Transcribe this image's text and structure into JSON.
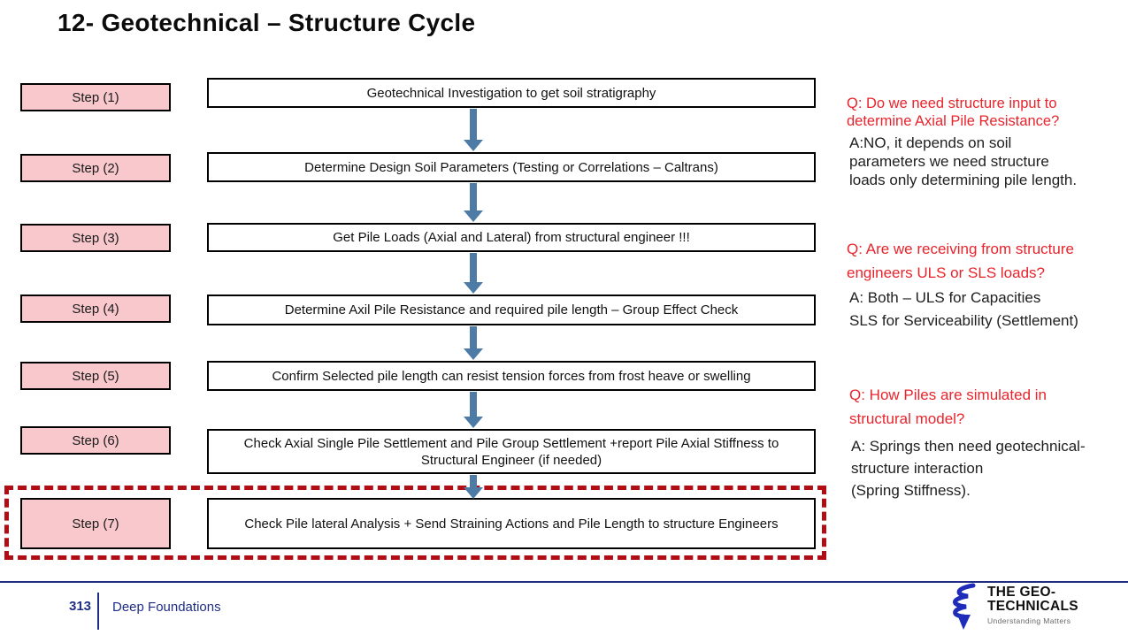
{
  "slide": {
    "title": "12- Geotechnical – Structure Cycle"
  },
  "flow": {
    "steps": [
      {
        "label": "Step (1)",
        "process": "Geotechnical Investigation to get soil stratigraphy"
      },
      {
        "label": "Step (2)",
        "process": "Determine Design Soil Parameters (Testing or Correlations – Caltrans)"
      },
      {
        "label": "Step (3)",
        "process": "Get Pile Loads (Axial and Lateral) from structural engineer !!!"
      },
      {
        "label": "Step (4)",
        "process": "Determine Axil Pile Resistance and required pile length – Group Effect Check"
      },
      {
        "label": "Step (5)",
        "process": "Confirm Selected pile length can resist tension forces from frost heave or swelling"
      },
      {
        "label": "Step (6)",
        "process": "Check Axial Single Pile Settlement and Pile Group Settlement +report Pile Axial Stiffness to Structural Engineer (if needed)"
      },
      {
        "label": "Step (7)",
        "process": "Check Pile lateral Analysis + Send Straining Actions and Pile Length to structure Engineers"
      }
    ],
    "highlighted_step": "Step (7)"
  },
  "qa": [
    {
      "question": "Q: Do we need structure input to\ndetermine Axial Pile Resistance?",
      "answer": "A:NO, it depends on soil\nparameters we need structure\nloads only determining pile length."
    },
    {
      "question": "Q: Are we receiving from structure\nengineers ULS or SLS loads?",
      "answer": "A: Both – ULS for Capacities\nSLS for Serviceability (Settlement)"
    },
    {
      "question": "Q: How Piles are simulated in\nstructural model?",
      "answer": "A: Springs then need geotechnical-\nstructure interaction\n(Spring Stiffness)."
    }
  ],
  "footer": {
    "page_number": "313",
    "section": "Deep Foundations",
    "brand_line1": "THE GEO-",
    "brand_line2": "TECHNICALS",
    "brand_tagline": "Understanding Matters"
  },
  "icons": {
    "flow_arrow": "down-arrow-icon",
    "brand_logo": "geo-technicals-helix-logo"
  },
  "colors": {
    "step_box_fill": "#f9c8cc",
    "question_red": "#e8242c",
    "highlight_dashed_red": "#b00d14",
    "arrow_blue": "#4e7ba6",
    "footer_navy": "#1f2d87",
    "logo_blue": "#1f2cba"
  }
}
